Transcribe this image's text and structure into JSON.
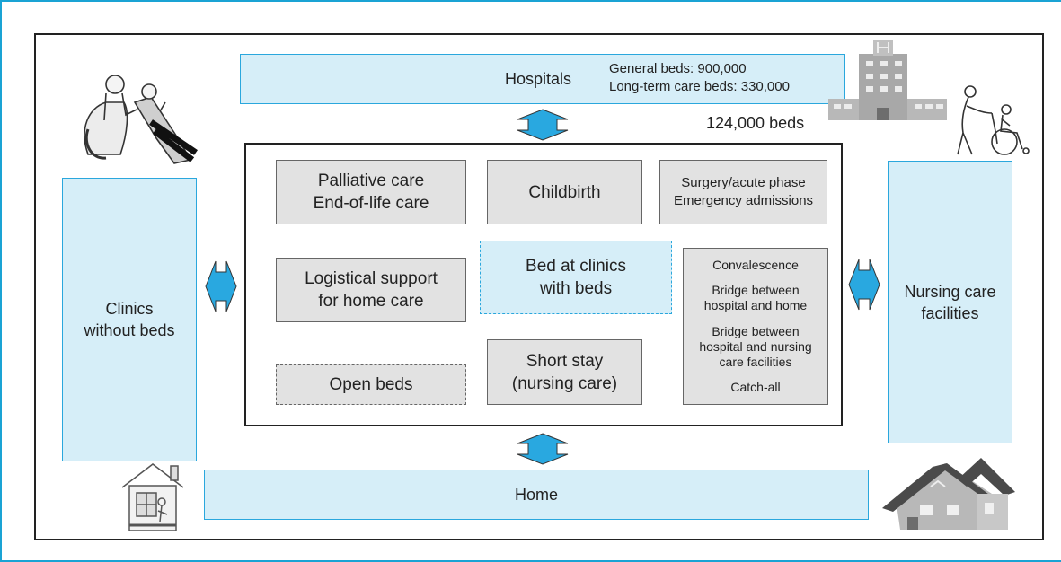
{
  "hospitals": {
    "label": "Hospitals",
    "general_beds": "General beds: 900,000",
    "longterm_beds": "Long-term care beds: 330,000"
  },
  "clinic_beds_count": "124,000 beds",
  "clinics_without_beds": "Clinics\nwithout beds",
  "nursing_care_facilities": "Nursing care\nfacilities",
  "home": "Home",
  "functions": {
    "palliative": "Palliative care\nEnd-of-life care",
    "childbirth": "Childbirth",
    "surgery": "Surgery/acute phase\nEmergency admissions",
    "logistical": "Logistical support\nfor home care",
    "bed_at_clinics": "Bed at clinics\nwith beds",
    "open_beds": "Open beds",
    "short_stay": "Short stay\n(nursing care)",
    "convalescence_list": [
      "Convalescence",
      "Bridge between\nhospital and home",
      "Bridge between\nhospital and nursing\ncare facilities",
      "Catch-all"
    ]
  },
  "colors": {
    "frame_blue": "#1aa3d4",
    "box_blue_fill": "#d6eef8",
    "box_blue_border": "#2aa7dd",
    "box_gray_fill": "#e2e2e2",
    "arrow_fill": "#29a8e0"
  },
  "icons": [
    "patient-exam-icon",
    "hospital-building-icon",
    "wheelchair-caregiver-icon",
    "home-care-icon",
    "house-icon",
    "double-arrow-icon"
  ]
}
